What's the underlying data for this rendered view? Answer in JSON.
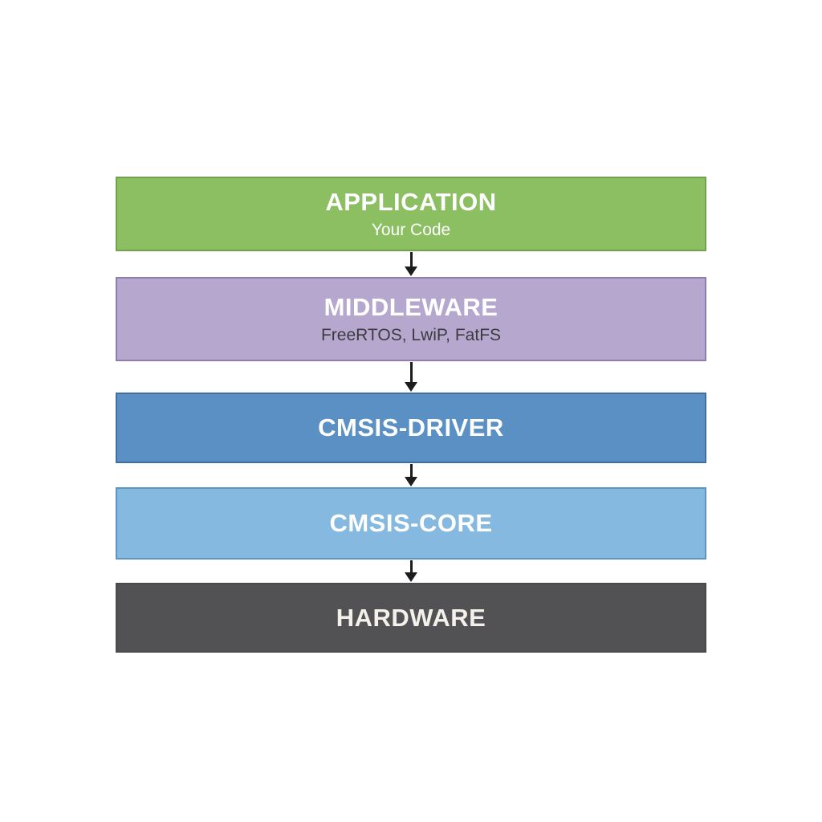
{
  "diagram": {
    "description": "Embedded software stack diagram",
    "background": "#ffffff",
    "arrow_color": "#1c1c1c",
    "layers": [
      {
        "id": "application",
        "title": "APPLICATION",
        "subtitle": "Your Code",
        "fill": "#8bbf62",
        "border": "#73a24c",
        "title_color": "#ffffff",
        "subtitle_color": "#ffffff"
      },
      {
        "id": "middleware",
        "title": "MIDDLEWARE",
        "subtitle": "FreeRTOS, LwiP, FatFS",
        "fill": "#b5a7ce",
        "border": "#8f7dad",
        "title_color": "#ffffff",
        "subtitle_color": "#3c3c40"
      },
      {
        "id": "cmsis-driver",
        "title": "CMSIS-DRIVER",
        "subtitle": "",
        "fill": "#5b90c4",
        "border": "#3f6fa3",
        "title_color": "#ffffff",
        "subtitle_color": ""
      },
      {
        "id": "cmsis-core",
        "title": "CMSIS-CORE",
        "subtitle": "",
        "fill": "#86b9e0",
        "border": "#5d94c4",
        "title_color": "#ffffff",
        "subtitle_color": ""
      },
      {
        "id": "hardware",
        "title": "HARDWARE",
        "subtitle": "",
        "fill": "#525254",
        "border": "#4a4a4c",
        "title_color": "#f4f1ea",
        "subtitle_color": ""
      }
    ]
  }
}
